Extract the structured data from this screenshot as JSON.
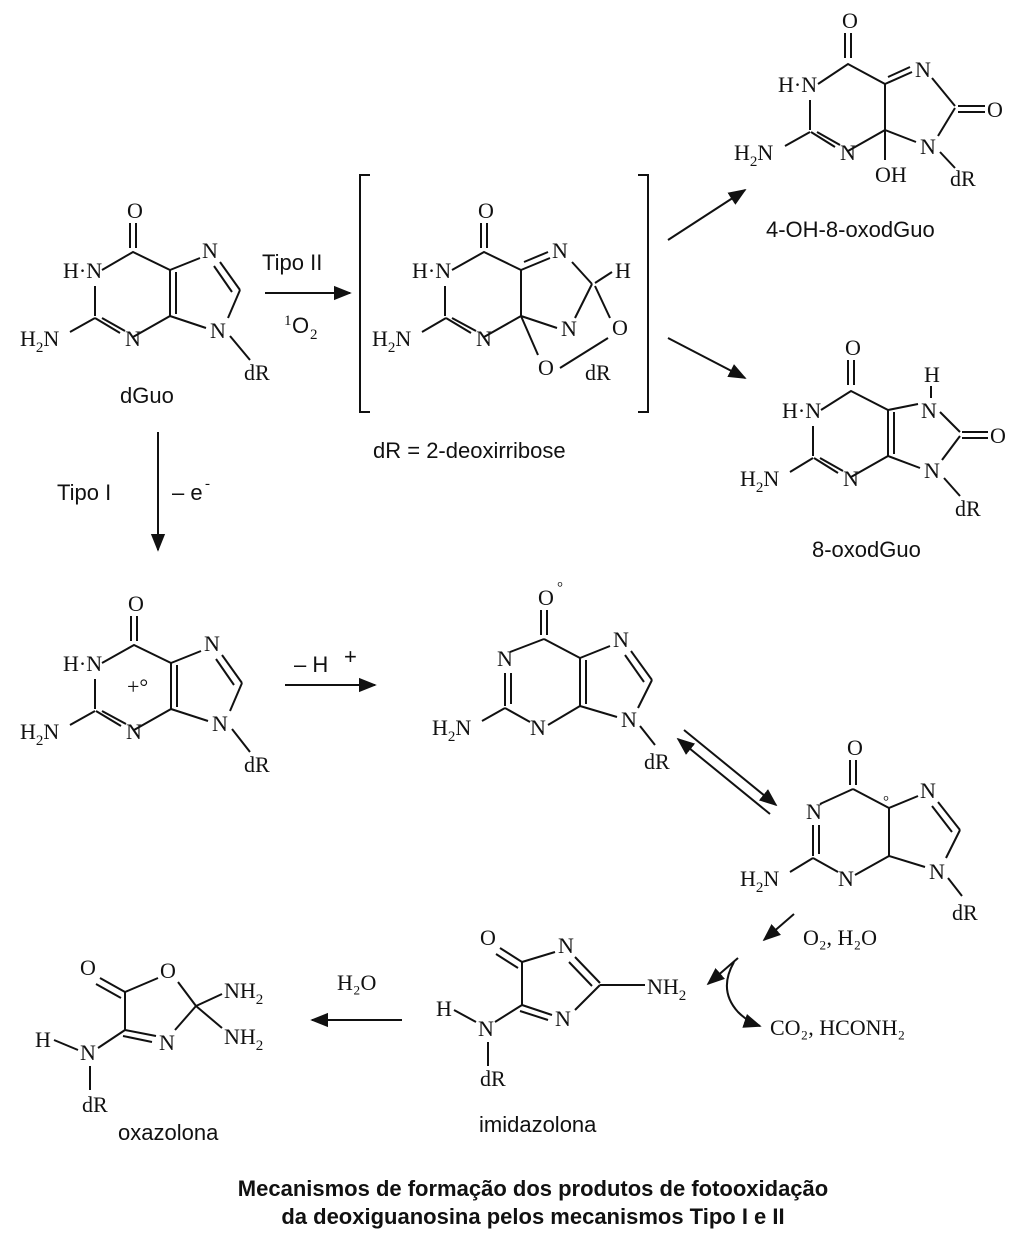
{
  "diagram": {
    "labels": {
      "dguo": "dGuo",
      "tipo2": "Tipo II",
      "singlet_sup": "1",
      "singlet_o": "O",
      "singlet_sub": "2",
      "dr_def": "dR = 2-deoxirribose",
      "oh8": "4-OH-8-oxodGuo",
      "oxo8": "8-oxodGuo",
      "tipo1": "Tipo I",
      "minus_e": "– e",
      "minus_e_sup": "-",
      "minus_h": "– H",
      "minus_h_sup": "+",
      "o2h2o": "O₂, H₂O",
      "co2": "CO₂, HCONH₂",
      "h2o": "H₂O",
      "imidazolona": "imidazolona",
      "oxazolona": "oxazolona",
      "radical_cation": "+°",
      "radical": "°"
    },
    "caption": {
      "line1": "Mecanismos de formação dos produtos de fotooxidação",
      "line2": "da deoxiguanosina pelos mecanismos Tipo I e II"
    }
  }
}
